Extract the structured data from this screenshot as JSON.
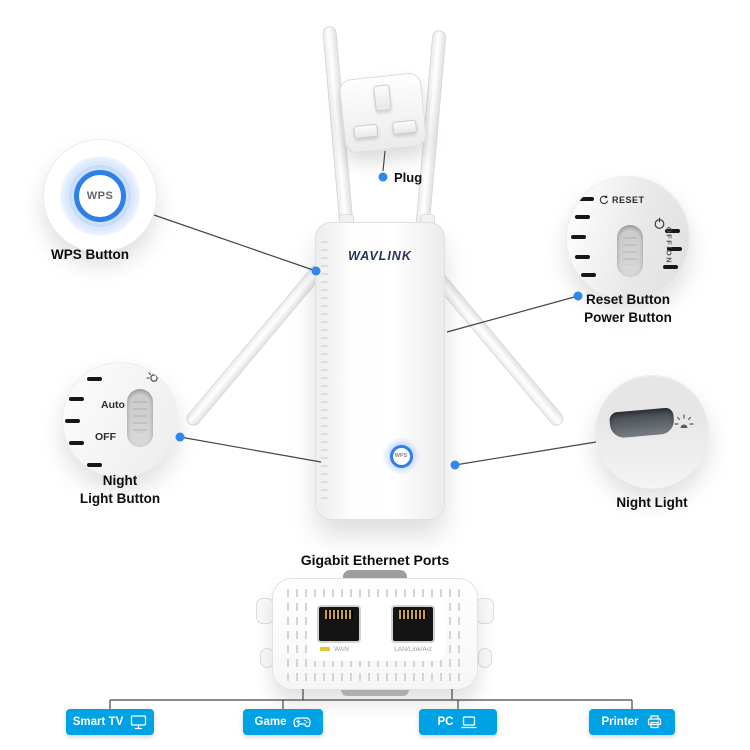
{
  "colors": {
    "accent_dot_blue": "#2E86EE",
    "wps_ring_blue": "#2F7FE8",
    "badge_blue": "#00A2E6",
    "brand_navy": "#26335B"
  },
  "device": {
    "brand": "WAVLINK",
    "wps_button_text": "WPS"
  },
  "callouts": {
    "plug": {
      "label": "Plug"
    },
    "wps": {
      "label": "WPS Button",
      "button_text": "WPS"
    },
    "reset_power": {
      "labels": [
        "Reset Button",
        "Power Button"
      ],
      "reset_text": "RESET",
      "switch_text": "OFF/ON",
      "icons": [
        "reset-icon",
        "power-icon"
      ]
    },
    "night_light_button": {
      "labels": [
        "Night",
        "Light Button"
      ],
      "auto_text": "Auto",
      "off_text": "OFF",
      "icons": [
        "lamp-icon"
      ]
    },
    "night_light": {
      "label": "Night Light",
      "icons": [
        "glow-icon"
      ]
    }
  },
  "ethernet": {
    "title": "Gigabit Ethernet Ports",
    "wan_label": "WAN",
    "lan_label": "LAN/Link/Act"
  },
  "connections": [
    {
      "label": "Smart TV",
      "icon": "tv-icon"
    },
    {
      "label": "Game",
      "icon": "gamepad-icon"
    },
    {
      "label": "PC",
      "icon": "laptop-icon"
    },
    {
      "label": "Printer",
      "icon": "printer-icon"
    }
  ]
}
